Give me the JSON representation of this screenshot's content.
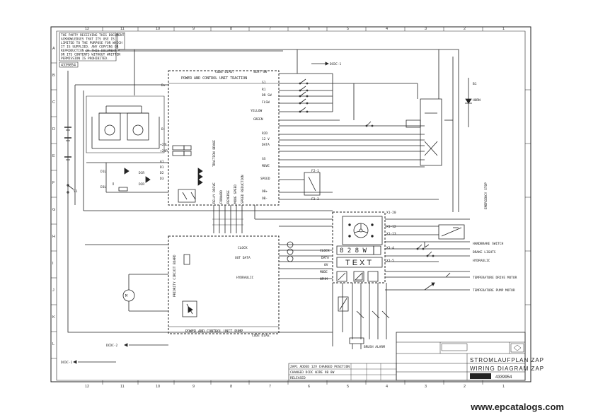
{
  "colors": {
    "line": "#222222",
    "paper": "#ffffff"
  },
  "grid_top": [
    "12",
    "11",
    "10",
    "9",
    "8",
    "7",
    "6",
    "5",
    "4",
    "3",
    "2",
    "1"
  ],
  "grid_bottom": [
    "12",
    "11",
    "10",
    "9",
    "8",
    "7",
    "6",
    "5",
    "4",
    "3",
    "2",
    "1"
  ],
  "grid_left": [
    "A",
    "B",
    "C",
    "D",
    "E",
    "F",
    "G",
    "H",
    "I",
    "J",
    "K",
    "L"
  ],
  "notice_lines": [
    "THE PARTY RECEIVING THIS DOCUMENT",
    "ACKNOWLEDGES THAT ITS USE IS",
    "LIMITED TO THE PURPOSE FOR WHICH",
    "IT IS SUPPLIED. ANY COPYING OR",
    "REPRODUCTION OF THIS DOCUMENT",
    "OR ITS CONTENTS WITHOUT WRITTEN",
    "PERMISSION IS PROHIBITED."
  ],
  "doc_number_top": "4339854",
  "labels": {
    "power_control_unit_traction": "POWER AND CONTROL UNIT TRACTION",
    "power_control_unit_pump": "POWER AND CONTROL UNIT PUMP",
    "code_diag": "CODE DIAG.",
    "code_diag_2": "CODE DIAG.",
    "seat_sw": "SEAT SW",
    "seat_sw2": "SEAT SW",
    "yellow": "YELLOW",
    "green": "GREEN",
    "clock": "CLOCK",
    "out_data": "OUT DATA",
    "hydraulic": "HYDRAULIC",
    "handbrake": "HANDBRAKE SWITCH",
    "brake_light": "BRAKE LIGHTS",
    "hydraulic_right": "HYDRAULIC",
    "temp": "TEMPERATURE DRIVE MOTOR",
    "temp2": "TEMPERATURE PUMP MOTOR",
    "brush_alarm": "BRUSH ALARM",
    "emergency": "EMERGENCY STOP",
    "dcdc": "DCDC-1",
    "dcdc2": "DCDC-2",
    "display_text": "TEXT",
    "display_seg": "8 2 8 W"
  },
  "title_block": {
    "title_de": "STROMLAUFPLAN ZAP",
    "title_en": "WIRING DIAGRAM ZAP",
    "doc_number": "4339954",
    "rev_rows": [
      "ZAP1  ADDED 12V CHANGED POSITION",
      "CHANGED DCDC  WIRE 9B 8W",
      "RELEASED"
    ]
  },
  "watermark": "www.epcatalogs.com"
}
